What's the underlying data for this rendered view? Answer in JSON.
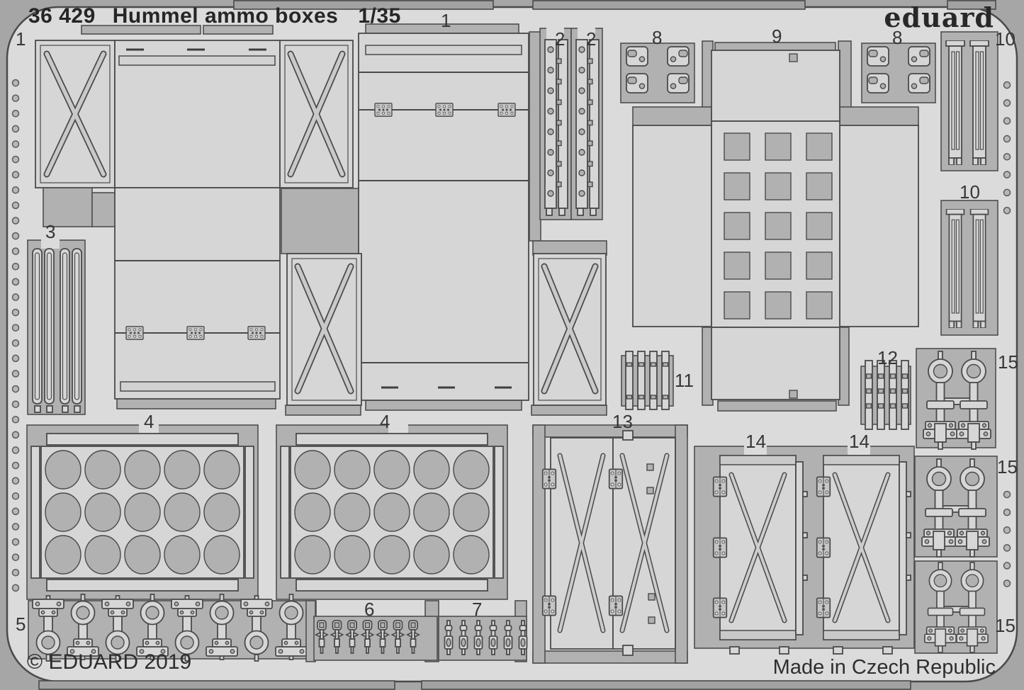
{
  "sheet": {
    "catalog_number": "36 429",
    "product_name": "Hummel ammo boxes",
    "scale": "1/35",
    "brand": "eduard",
    "copyright": "© EDUARD 2019",
    "made_in": "Made in Czech Republic"
  },
  "part_labels": {
    "p1_left": "1",
    "p1_top": "1",
    "p2_a": "2",
    "p2_b": "2",
    "p3": "3",
    "p4_a": "4",
    "p4_b": "4",
    "p5": "5",
    "p6": "6",
    "p7": "7",
    "p8_a": "8",
    "p8_b": "8",
    "p9": "9",
    "p10_a": "10",
    "p10_b": "10",
    "p11": "11",
    "p12": "12",
    "p13": "13",
    "p14_a": "14",
    "p14_b": "14",
    "p15_a": "15",
    "p15_b": "15",
    "p15_c": "15"
  },
  "colors": {
    "background": "#a6a6a6",
    "plate": "#dbdbdb",
    "sprue": "#b1b1b1",
    "part_panel": "#d6d6d6",
    "outline": "#4a4a4a",
    "text": "#2e2e2e"
  }
}
